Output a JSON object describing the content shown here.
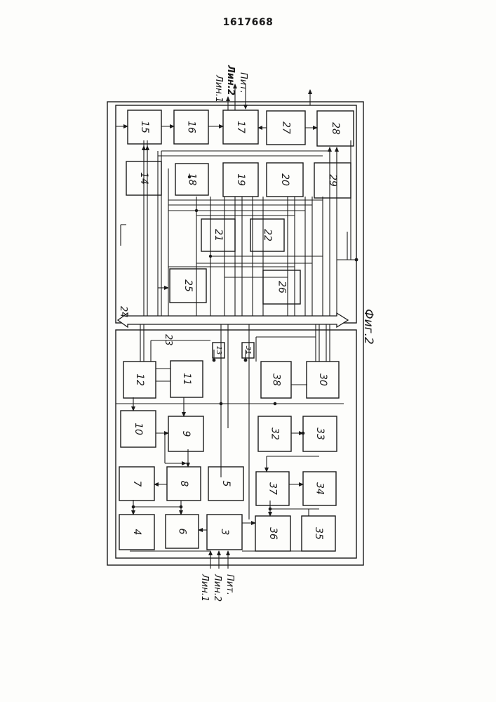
{
  "header": {
    "doc_number": "1617668"
  },
  "figure": {
    "caption": "Фиг.2",
    "colors": {
      "ink": "#1a1a1a",
      "paper": "#fdfdfb"
    },
    "blocks": [
      {
        "id": "b15",
        "label": "15"
      },
      {
        "id": "b16",
        "label": "16"
      },
      {
        "id": "b17",
        "label": "17"
      },
      {
        "id": "b27",
        "label": "27"
      },
      {
        "id": "b28",
        "label": "28"
      },
      {
        "id": "b14",
        "label": "14"
      },
      {
        "id": "b18",
        "label": "18"
      },
      {
        "id": "b19",
        "label": "19"
      },
      {
        "id": "b20",
        "label": "20"
      },
      {
        "id": "b29",
        "label": "29"
      },
      {
        "id": "b21",
        "label": "21"
      },
      {
        "id": "b22",
        "label": "22"
      },
      {
        "id": "b25",
        "label": "25"
      },
      {
        "id": "b26",
        "label": "26"
      },
      {
        "id": "b12",
        "label": "12"
      },
      {
        "id": "b11",
        "label": "11"
      },
      {
        "id": "b13",
        "label": "13"
      },
      {
        "id": "b31",
        "label": "31"
      },
      {
        "id": "b38",
        "label": "38"
      },
      {
        "id": "b30",
        "label": "30"
      },
      {
        "id": "b10",
        "label": "10"
      },
      {
        "id": "b9",
        "label": "9"
      },
      {
        "id": "b32",
        "label": "32"
      },
      {
        "id": "b33",
        "label": "33"
      },
      {
        "id": "b7",
        "label": "7"
      },
      {
        "id": "b8",
        "label": "8"
      },
      {
        "id": "b5",
        "label": "5"
      },
      {
        "id": "b37",
        "label": "37"
      },
      {
        "id": "b34",
        "label": "34"
      },
      {
        "id": "b4",
        "label": "4"
      },
      {
        "id": "b6",
        "label": "6"
      },
      {
        "id": "b3",
        "label": "3"
      },
      {
        "id": "b36",
        "label": "36"
      },
      {
        "id": "b35",
        "label": "35"
      }
    ],
    "bus_labels": {
      "bus24": "24",
      "bus23": "23"
    },
    "top_terminals": [
      "Лин.1",
      "Лин.2",
      "Пит."
    ],
    "bottom_terminals": [
      "Лин.1",
      "Лин.2",
      "Пит."
    ]
  }
}
